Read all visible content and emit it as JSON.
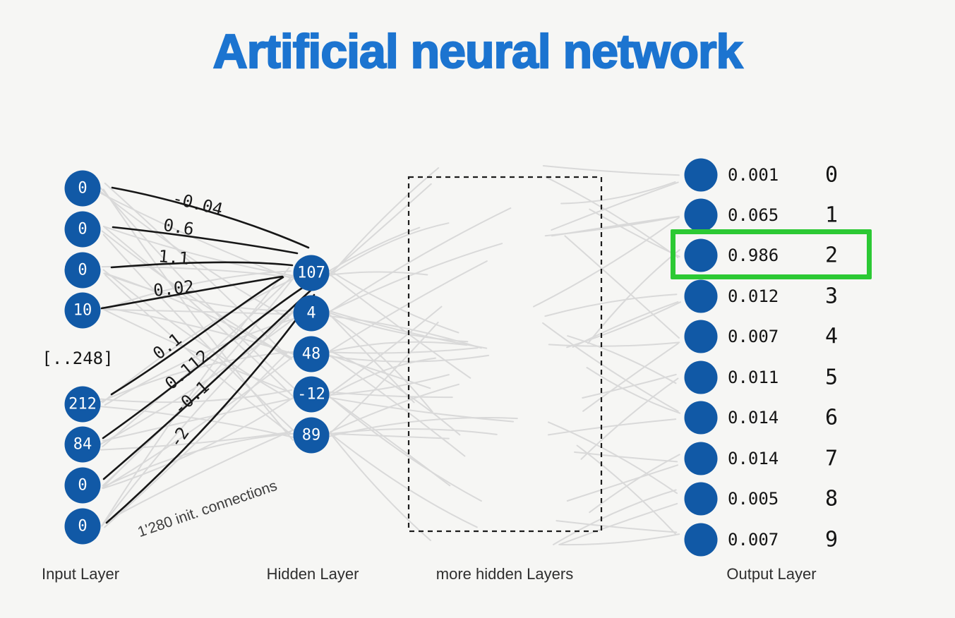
{
  "title": "Artificial neural network",
  "colors": {
    "node_blue": "#1159a6",
    "title_blue": "#1c74d0",
    "highlight_green": "#2cc934",
    "connection_gray": "#d9d9d9",
    "wire_black": "#171717"
  },
  "input_layer": {
    "label": "Input Layer",
    "items": [
      {
        "value": "0"
      },
      {
        "value": "0"
      },
      {
        "value": "0"
      },
      {
        "value": "10"
      },
      {
        "value": "[..248]"
      },
      {
        "value": "212"
      },
      {
        "value": "84"
      },
      {
        "value": "0"
      },
      {
        "value": "0"
      }
    ],
    "connections_note": "1'280 init. connections"
  },
  "weights": [
    "-0.04",
    "0.6",
    "1.1",
    "0.02",
    "0.1",
    "0.112",
    "-0.1",
    "-2"
  ],
  "hidden_layer": {
    "label": "Hidden Layer",
    "items": [
      "107",
      "4",
      "48",
      "-12",
      "89"
    ]
  },
  "more_hidden": {
    "label": "more hidden Layers"
  },
  "output_layer": {
    "label": "Output Layer",
    "rows": [
      {
        "prob": "0.001",
        "digit": "0",
        "highlighted": false
      },
      {
        "prob": "0.065",
        "digit": "1",
        "highlighted": false
      },
      {
        "prob": "0.986",
        "digit": "2",
        "highlighted": true
      },
      {
        "prob": "0.012",
        "digit": "3",
        "highlighted": false
      },
      {
        "prob": "0.007",
        "digit": "4",
        "highlighted": false
      },
      {
        "prob": "0.011",
        "digit": "5",
        "highlighted": false
      },
      {
        "prob": "0.014",
        "digit": "6",
        "highlighted": false
      },
      {
        "prob": "0.014",
        "digit": "7",
        "highlighted": false
      },
      {
        "prob": "0.005",
        "digit": "8",
        "highlighted": false
      },
      {
        "prob": "0.007",
        "digit": "9",
        "highlighted": false
      }
    ]
  }
}
